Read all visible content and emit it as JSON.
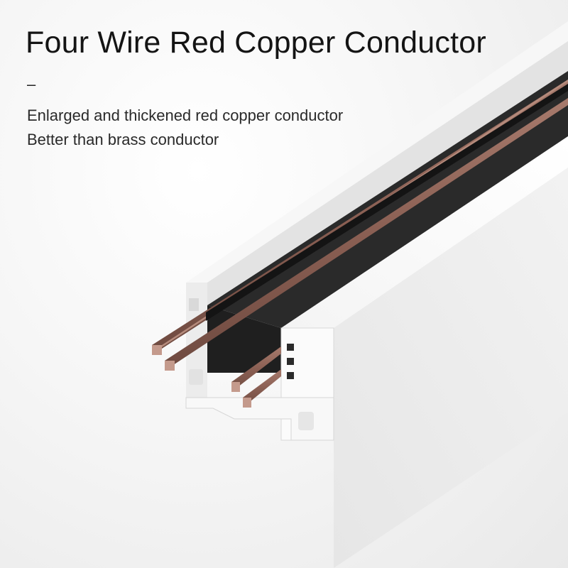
{
  "heading": {
    "title": "Four Wire Red Copper Conductor",
    "dash": "–"
  },
  "features": [
    "Enlarged and thickened red copper conductor",
    "Better than brass conductor"
  ],
  "colors": {
    "track_body": "#f3f3f3",
    "copper": "#8a5f53",
    "insulator": "#1a1a1a",
    "text": "#141414"
  }
}
